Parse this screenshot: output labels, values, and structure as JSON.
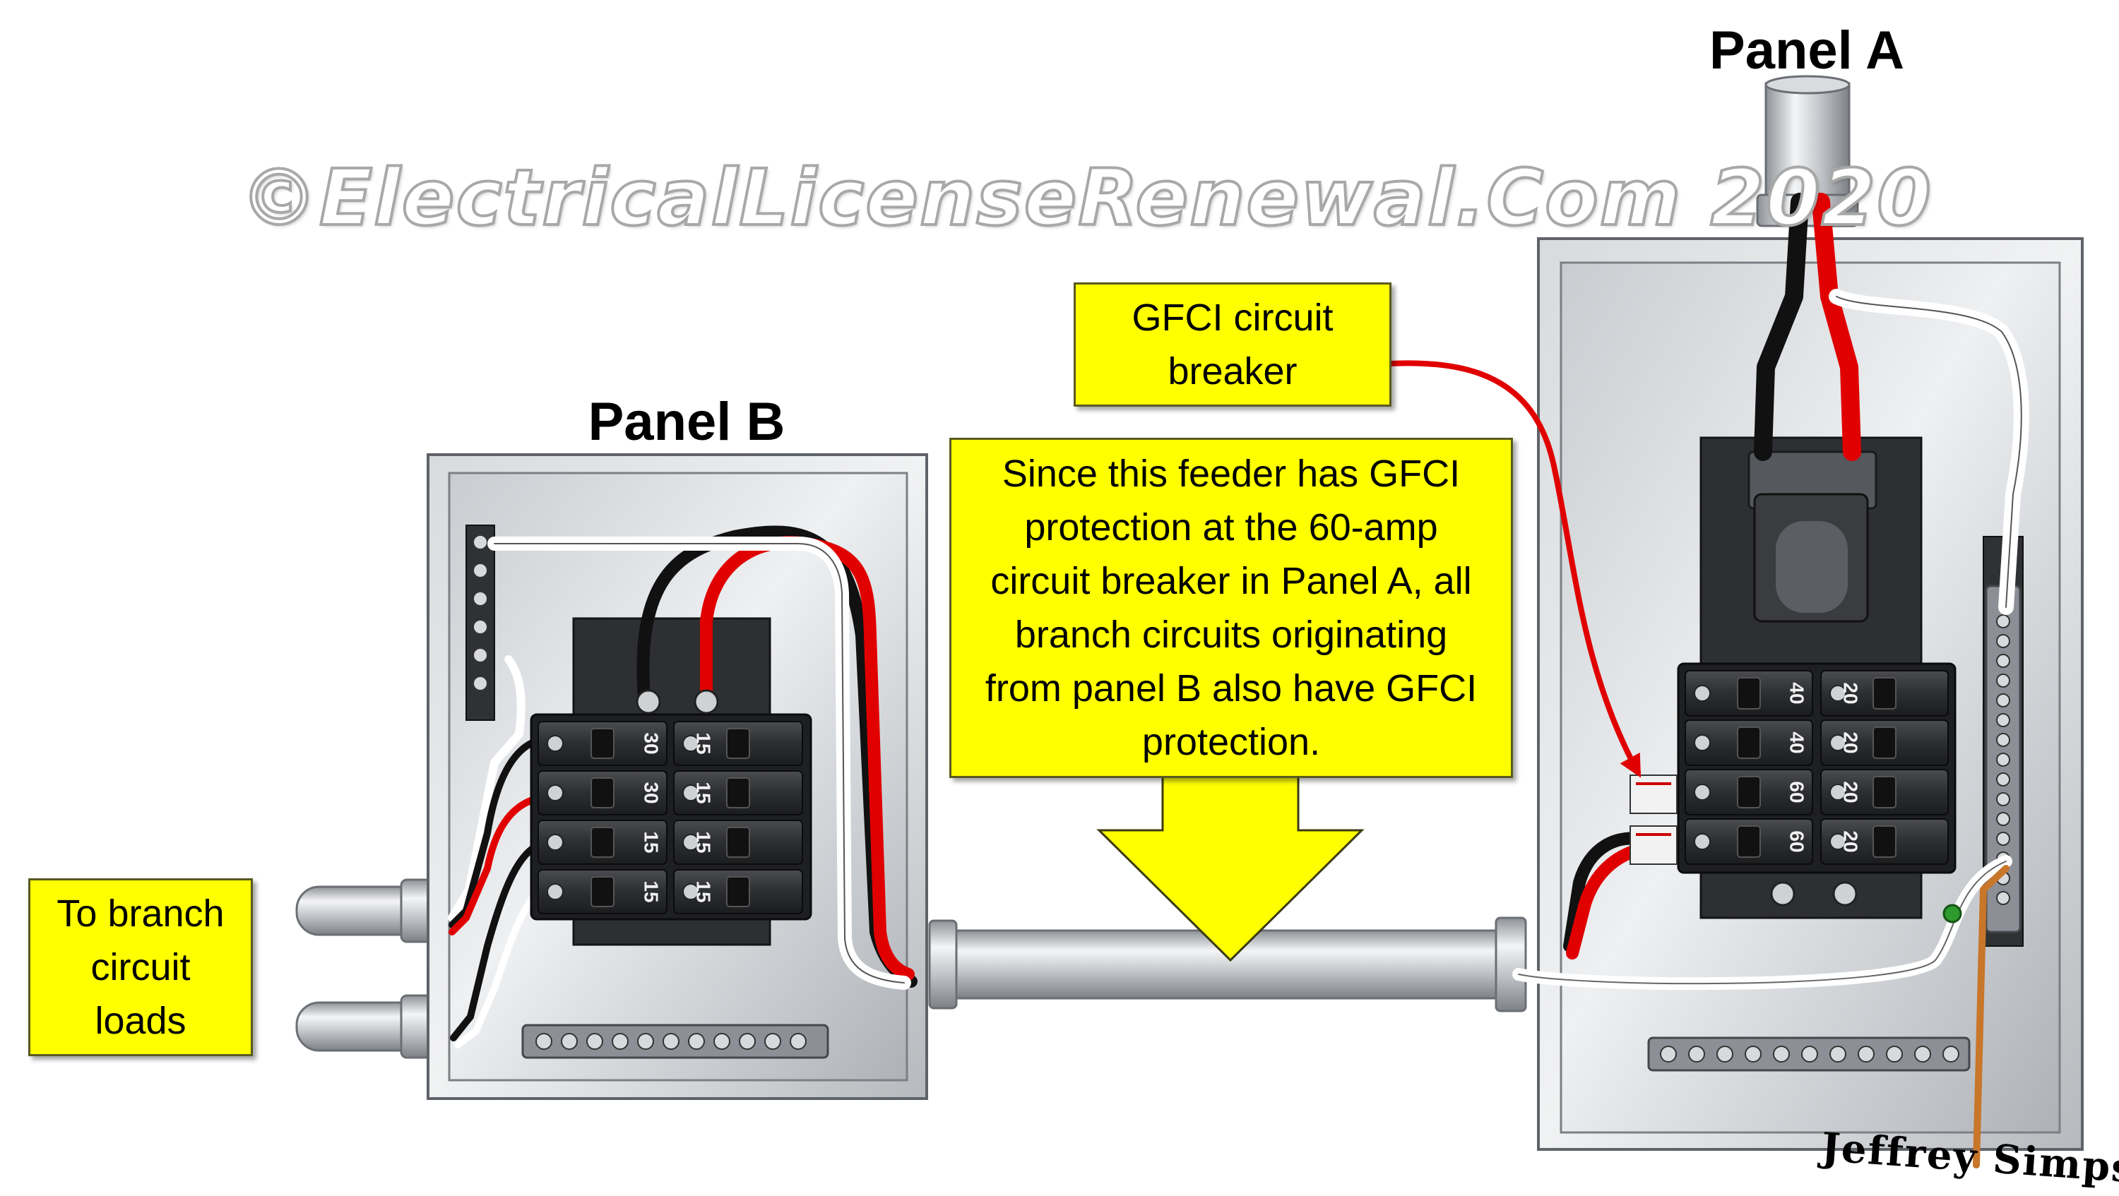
{
  "diagram": {
    "watermark": "©ElectricalLicenseRenewal.Com 2020",
    "signature": "Jeffrey Simpson",
    "panel_a": {
      "title": "Panel A",
      "breakers_left": [
        "40",
        "40",
        "60",
        "60"
      ],
      "breakers_right": [
        "20",
        "20",
        "20",
        "20"
      ]
    },
    "panel_b": {
      "title": "Panel B",
      "breakers_left": [
        "30",
        "30",
        "15",
        "15"
      ],
      "breakers_right": [
        "15",
        "15",
        "15",
        "15"
      ]
    },
    "callouts": {
      "gfci_breaker": [
        "GFCI circuit",
        "breaker"
      ],
      "feeder_note": [
        "Since this feeder has GFCI",
        "protection at the 60-amp",
        "circuit breaker in Panel A, all",
        "branch circuits originating",
        "from panel B also have GFCI",
        "protection."
      ],
      "branch_loads": [
        "To branch",
        "circuit",
        "loads"
      ]
    },
    "colors": {
      "callout_fill": "#ffff00",
      "hot_red": "#e10000",
      "hot_black": "#111111",
      "neutral_white": "#ffffff",
      "ground_copper": "#c8762a",
      "panel_gray": "#b9bcc1"
    }
  }
}
